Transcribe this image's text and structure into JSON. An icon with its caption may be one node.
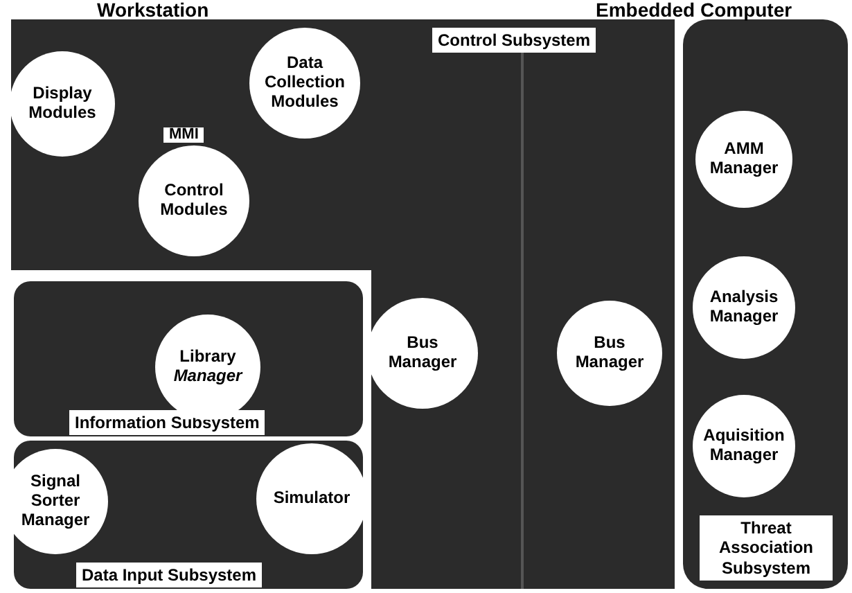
{
  "diagram": {
    "nodes": [
      {
        "text": [
          "Control Subsystem"
        ]
      },
      {
        "text": [
          "Display Modules"
        ],
        "in": 0
      },
      {
        "text": [
          "Data Collection Modules"
        ],
        "in": 0
      },
      {
        "text": [
          "Control Modules"
        ],
        "in": 0
      },
      {
        "text": [
          "Bus Manager"
        ],
        "in": 0
      },
      {
        "text": [
          "Bus Manager"
        ],
        "in": 0
      },
      {
        "text": [
          "Information Subsystem"
        ]
      },
      {
        "text": [
          "Library *Manager*"
        ],
        "in": 6
      },
      {
        "text": [
          "Data Input Subsystem"
        ]
      },
      {
        "text": [
          "Signal Sorter Manager"
        ],
        "in": 8
      },
      {
        "text": [
          "Simulator"
        ],
        "in": 8
      },
      {
        "text": [
          "Threat Association Subsystem"
        ]
      },
      {
        "text": [
          "AMM Manager"
        ],
        "in": 11
      },
      {
        "text": [
          "Analysis Manager"
        ],
        "in": 11
      },
      {
        "text": [
          "Aquisition Manager"
        ],
        "in": 11
      }
    ],
    "labels": [
      "Workstation",
      "Embedded Computer",
      "MMI"
    ]
  }
}
